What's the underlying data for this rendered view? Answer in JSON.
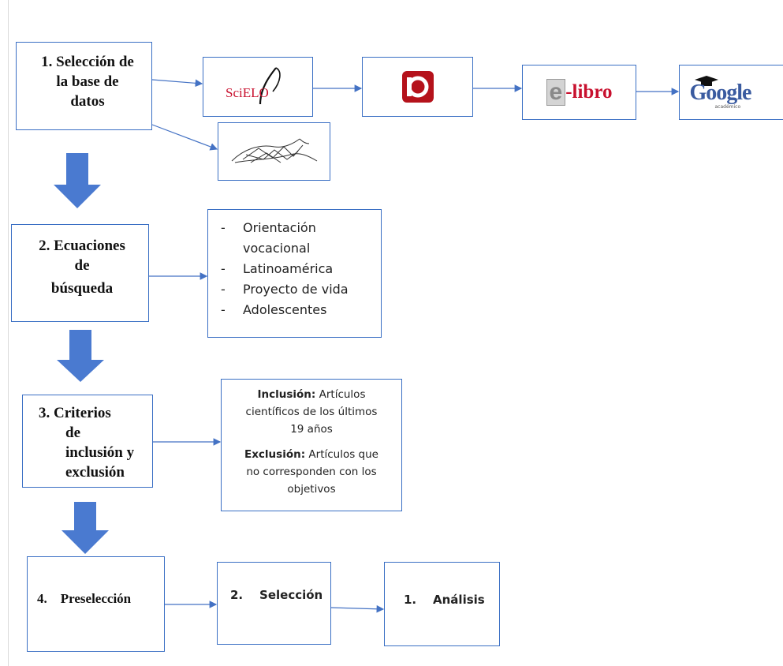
{
  "colors": {
    "box_border": "#3a6fc4",
    "arrow": "#4472c4",
    "big_arrow": "#4a7ad0",
    "scielo_red": "#c8102e",
    "dialnet_red": "#b5121b",
    "elibro_red": "#c8102e"
  },
  "step1": {
    "label": "1.   Selección de la base de datos",
    "line1": "1.  Selección de",
    "line2": "la base de",
    "line3": "datos"
  },
  "logos": {
    "scielo": {
      "text": "SciELO",
      "icon": "scielo-logo"
    },
    "dialnet": {
      "icon": "dialnet-logo"
    },
    "elibro": {
      "text": "e-libro",
      "letter": "e",
      "rest": "-libro",
      "icon": "elibro-logo"
    },
    "google": {
      "text": "Google",
      "sub": "académico",
      "icon": "google-scholar-logo"
    },
    "redalyc": {
      "icon": "redalyc-hare-logo"
    }
  },
  "step2": {
    "line1": "2.   Ecuaciones",
    "line2": "de",
    "line3": "búsqueda"
  },
  "terms": [
    "Orientación vocacional",
    "Latinoamérica",
    "Proyecto de vida",
    "Adolescentes"
  ],
  "step3": {
    "line1": "3.   Criterios",
    "line2": "de",
    "line3": "inclusión y",
    "line4": "exclusión"
  },
  "criteria": {
    "inclusion_label": "Inclusión:",
    "inclusion_text_a": " Artículos",
    "inclusion_text_b": "científicos de los últimos",
    "inclusion_text_c": "19 años",
    "exclusion_label": "Exclusión:",
    "exclusion_text_a": " Artículos  que",
    "exclusion_text_b": "no corresponden con los",
    "exclusion_text_c": "objetivos"
  },
  "step4": {
    "label": "4.    Preselección"
  },
  "seleccion": {
    "label": "2.    Selección"
  },
  "analisis": {
    "label": "1.    Análisis"
  }
}
